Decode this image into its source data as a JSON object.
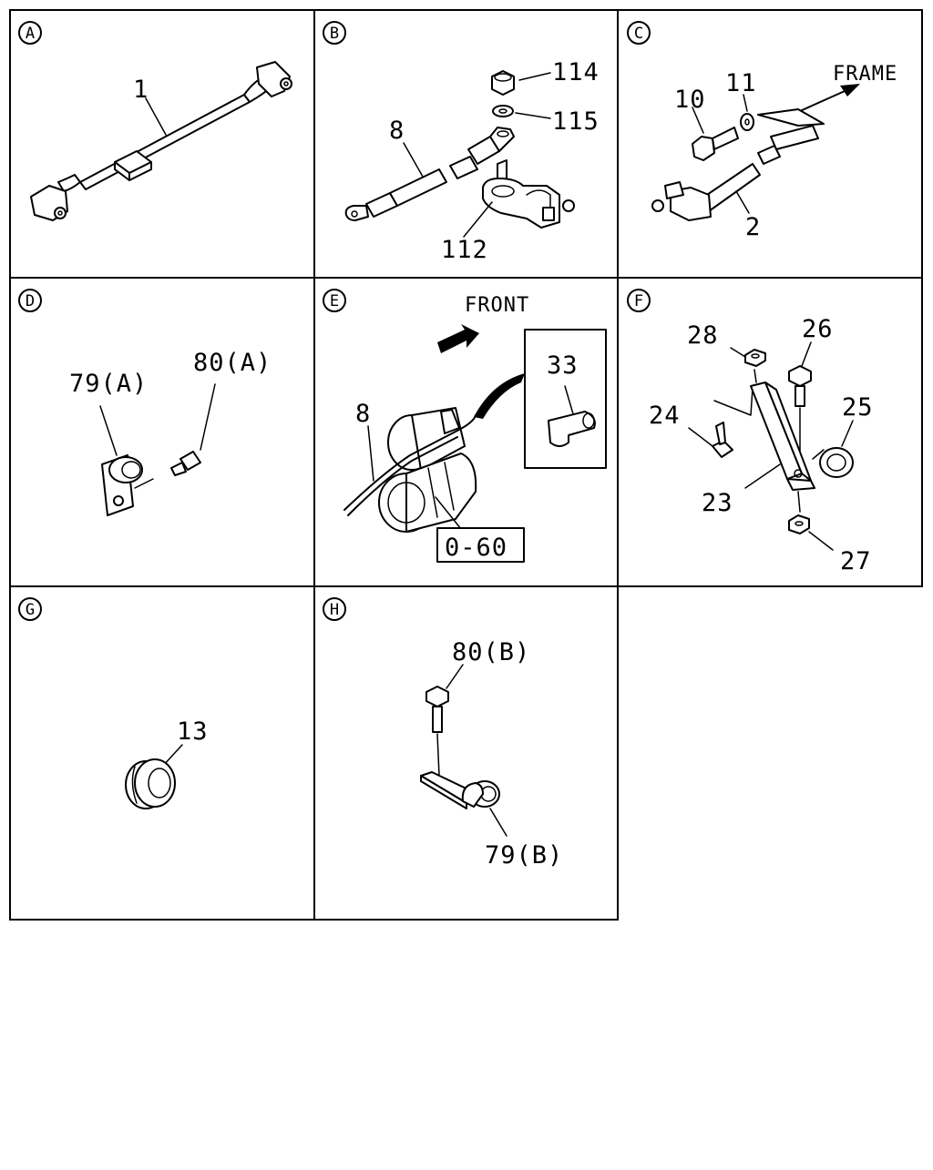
{
  "panels": {
    "A": {
      "letter": "A",
      "labels": [
        "1"
      ]
    },
    "B": {
      "letter": "B",
      "labels": [
        "114",
        "115",
        "8",
        "112"
      ]
    },
    "C": {
      "letter": "C",
      "labels": [
        "FRAME",
        "10",
        "11",
        "2"
      ]
    },
    "D": {
      "letter": "D",
      "labels": [
        "79(A)",
        "80(A)"
      ]
    },
    "E": {
      "letter": "E",
      "labels": [
        "FRONT",
        "8",
        "33",
        "0-60"
      ]
    },
    "F": {
      "letter": "F",
      "labels": [
        "28",
        "26",
        "24",
        "25",
        "23",
        "27"
      ]
    },
    "G": {
      "letter": "G",
      "labels": [
        "13"
      ]
    },
    "H": {
      "letter": "H",
      "labels": [
        "80(B)",
        "79(B)"
      ]
    }
  }
}
